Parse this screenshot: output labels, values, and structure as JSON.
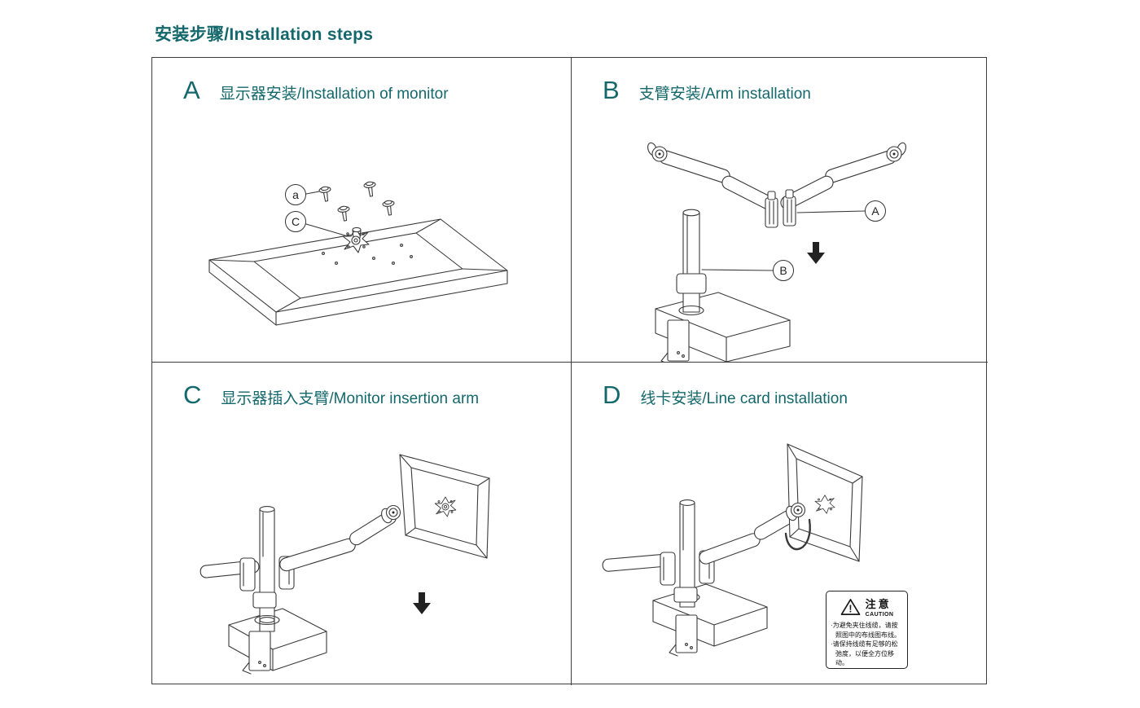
{
  "page": {
    "title": "安装步骤/Installation steps",
    "accent_color": "#14686b",
    "line_color": "#3a3a3a",
    "background": "#ffffff"
  },
  "panels": [
    {
      "id": "A",
      "letter": "A",
      "title": "显示器安装/Installation of monitor",
      "callouts": [
        "a",
        "C"
      ]
    },
    {
      "id": "B",
      "letter": "B",
      "title": "支臂安装/Arm installation",
      "callouts": [
        "A",
        "B"
      ]
    },
    {
      "id": "C",
      "letter": "C",
      "title": "显示器插入支臂/Monitor insertion arm",
      "callouts": []
    },
    {
      "id": "D",
      "letter": "D",
      "title": "线卡安装/Line card installation",
      "callouts": []
    }
  ],
  "caution": {
    "title_cn": "注意",
    "title_en": "CAUTION",
    "warning_symbol": "!",
    "lines": [
      "·为避免夹住线缆，请按照图中的布线图布线。",
      "·请保持线缆有足够的松弛度，以便全方位移动。"
    ]
  }
}
